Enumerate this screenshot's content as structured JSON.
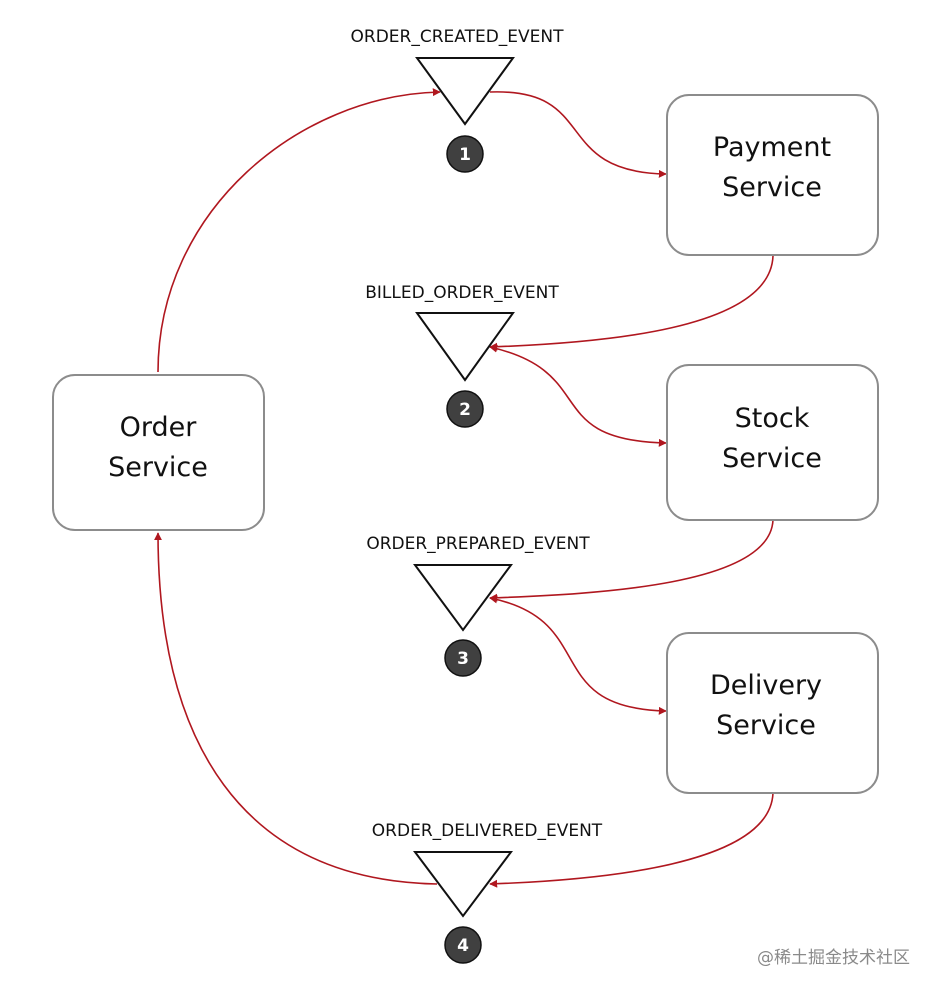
{
  "services": {
    "order": {
      "line1": "Order",
      "line2": "Service"
    },
    "payment": {
      "line1": "Payment",
      "line2": "Service"
    },
    "stock": {
      "line1": "Stock",
      "line2": "Service"
    },
    "delivery": {
      "line1": "Delivery",
      "line2": "Service"
    }
  },
  "events": [
    {
      "label": "ORDER_CREATED_EVENT",
      "step": "1"
    },
    {
      "label": "BILLED_ORDER_EVENT",
      "step": "2"
    },
    {
      "label": "ORDER_PREPARED_EVENT",
      "step": "3"
    },
    {
      "label": "ORDER_DELIVERED_EVENT",
      "step": "4"
    }
  ],
  "colors": {
    "arrow": "#b0171f",
    "box_border": "#8c8c8c",
    "step_fill": "#404040"
  },
  "watermark": "@稀土掘金技术社区"
}
